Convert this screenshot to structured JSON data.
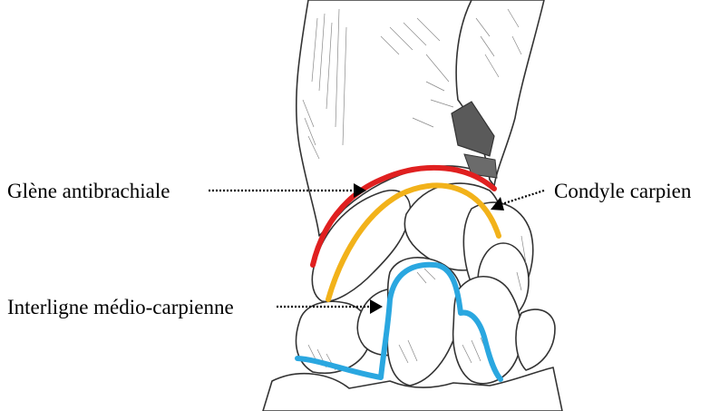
{
  "labels": {
    "glene": "Glène antibrachiale",
    "condyle": "Condyle carpien",
    "interligne": "Interligne médio-carpienne"
  },
  "colors": {
    "glene_line": "#e02020",
    "condyle_line": "#f2b21a",
    "interligne_line": "#2aa7e0",
    "bone_outline": "#333333",
    "text": "#000000"
  }
}
